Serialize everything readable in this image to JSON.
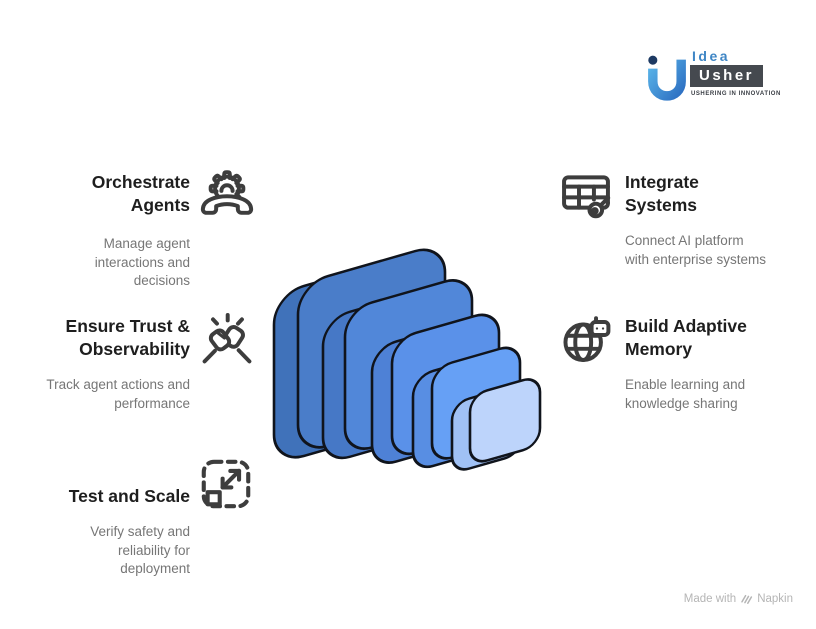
{
  "logo": {
    "idea_text": "Idea",
    "usher_text": "Usher",
    "tagline": "USHERING IN INNOVATION",
    "brand_blue": "#3f86c5",
    "brand_dark": "#45494f"
  },
  "sections": {
    "left": [
      {
        "title": "Orchestrate\nAgents",
        "description": "Manage agent\ninteractions and\ndecisions",
        "icon": "gear-handset-icon"
      },
      {
        "title": "Ensure Trust &\nObservability",
        "description": "Track agent actions and\nperformance",
        "icon": "fist-bump-icon"
      },
      {
        "title": "Test and Scale",
        "description": "Verify safety and\nreliability for\ndeployment",
        "icon": "scale-expand-icon"
      }
    ],
    "right": [
      {
        "title": "Integrate\nSystems",
        "description": "Connect AI platform\nwith enterprise systems",
        "icon": "table-key-icon"
      },
      {
        "title": "Build Adaptive\nMemory",
        "description": "Enable learning and\nknowledge sharing",
        "icon": "globe-robot-icon"
      }
    ]
  },
  "stack": {
    "outline": "#10141c",
    "slabs": [
      {
        "front": "#4a7dc9",
        "side": "#4072ba"
      },
      {
        "front": "#5187d9",
        "side": "#4678c6"
      },
      {
        "front": "#5a91e9",
        "side": "#4e81d6"
      },
      {
        "front": "#66a0f5",
        "side": "#588ee3"
      },
      {
        "front": "#bdd4fb",
        "side": "#a0c1f5"
      }
    ]
  },
  "footer": {
    "made_with": "Made with",
    "brand": "Napkin"
  }
}
